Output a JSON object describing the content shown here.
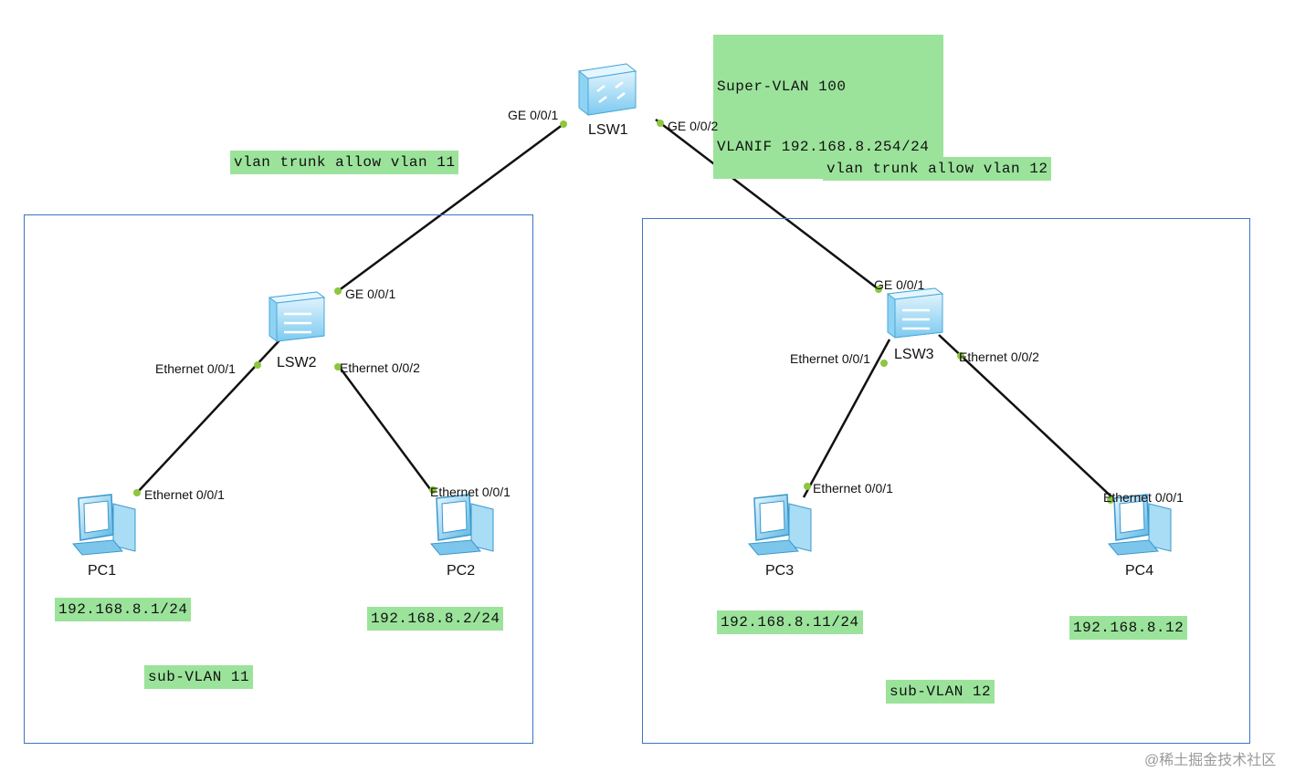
{
  "super_vlan_note": {
    "line1": "Super-VLAN 100",
    "line2": "VLANIF 192.168.8.254/24"
  },
  "trunk_notes": {
    "left": "vlan trunk allow vlan 11",
    "right": "vlan trunk allow vlan 12"
  },
  "devices": {
    "lsw1": "LSW1",
    "lsw2": "LSW2",
    "lsw3": "LSW3",
    "pc1": "PC1",
    "pc2": "PC2",
    "pc3": "PC3",
    "pc4": "PC4"
  },
  "ports": {
    "lsw1_ge001": "GE 0/0/1",
    "lsw1_ge002": "GE 0/0/2",
    "lsw2_ge001": "GE 0/0/1",
    "lsw2_eth001": "Ethernet 0/0/1",
    "lsw2_eth002": "Ethernet 0/0/2",
    "lsw3_ge001": "GE 0/0/1",
    "lsw3_eth001": "Ethernet 0/0/1",
    "lsw3_eth002": "Ethernet 0/0/2",
    "pc1_eth": "Ethernet 0/0/1",
    "pc2_eth": "Ethernet 0/0/1",
    "pc3_eth": "Ethernet 0/0/1",
    "pc4_eth": "Ethernet 0/0/1"
  },
  "ip_notes": {
    "pc1": "192.168.8.1/24",
    "pc2": "192.168.8.2/24",
    "pc3": "192.168.8.11/24",
    "pc4": "192.168.8.12"
  },
  "subvlan_notes": {
    "left": "sub-VLAN 11",
    "right": "sub-VLAN 12"
  },
  "watermark": "@稀土掘金技术社区",
  "colors": {
    "note_bg": "#9be39b",
    "box_border": "#3b73c8",
    "port_dot": "#8dc63f",
    "device": "#5cb8e6"
  }
}
